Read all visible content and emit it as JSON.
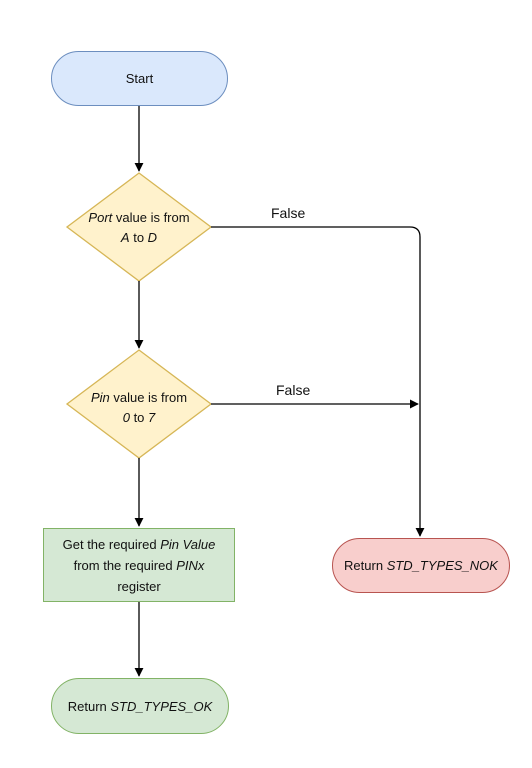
{
  "nodes": {
    "start": {
      "label": "Start"
    },
    "port_check": {
      "line1_italic": "Port",
      "line1_rest": " value is from",
      "line2_a": "A",
      "line2_mid": " to ",
      "line2_b": "D"
    },
    "pin_check": {
      "line1_italic": "Pin",
      "line1_rest": " value is from",
      "line2_a": "0",
      "line2_mid": " to ",
      "line2_b": "7"
    },
    "get_value": {
      "l1_pre": "Get the required ",
      "l1_italic": "Pin Value",
      "l2_pre": "from the required ",
      "l2_italic": "PINx",
      "l3": "register"
    },
    "return_nok": {
      "prefix": "Return ",
      "code": "STD_TYPES_NOK"
    },
    "return_ok": {
      "prefix": "Return ",
      "code": "STD_TYPES_OK"
    }
  },
  "edges": {
    "port_false": "False",
    "pin_false": "False"
  },
  "colors": {
    "start_fill": "#dae8fc",
    "start_stroke": "#6c8ebf",
    "decision_fill": "#fff2cc",
    "decision_stroke": "#d6b656",
    "process_fill": "#d5e8d4",
    "process_stroke": "#82b366",
    "nok_fill": "#f8cecc",
    "nok_stroke": "#b85450"
  }
}
